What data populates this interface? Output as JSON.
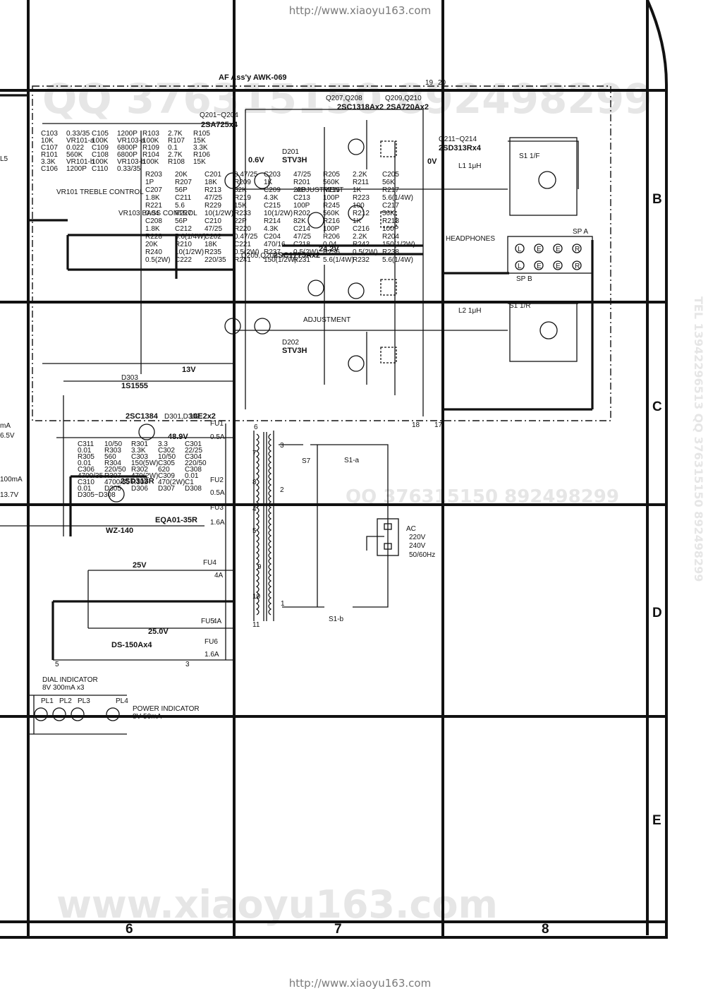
{
  "header": {
    "url": "http://www.xiaoyu163.com"
  },
  "footer": {
    "url": "http://www.xiaoyu163.com"
  },
  "watermarks": {
    "top": "QQ 376315150 892498299",
    "mid": "QQ 376315150 892498299",
    "bottom": "www.xiaoyu163.com",
    "right": "TEL 13942296513 QQ 376315150 892498299"
  },
  "grid": {
    "columns": [
      "6",
      "7",
      "8"
    ],
    "rows": [
      "B",
      "C",
      "D",
      "E"
    ]
  },
  "assembly": {
    "title": "AF Ass'y AWK-069",
    "pins": [
      "19",
      "20",
      "18",
      "17",
      "5",
      "3"
    ]
  },
  "transistors": {
    "q201_204": "Q201~Q204",
    "q201_type": "2SA725x4",
    "q207_208": "Q207,Q208",
    "q207_type": "2SC1318Ax2",
    "q209_210": "Q209,Q210",
    "q209_type": "2SA720Ax2",
    "q211_214": "Q211~Q214",
    "q211_type": "2SD313Rx4",
    "q205_206": "Q205,Q206",
    "q205_type": "2SC1775Ax2",
    "q301_type": "2SC1384",
    "q302_type": "2SD313R"
  },
  "diodes": {
    "d201": "D201",
    "d201_type": "STV3H",
    "d202": "D202",
    "d202_type": "STV3H",
    "d203": "D303",
    "d203_type": "1S1555",
    "d301": "D301,D302",
    "d301_type": "10E2x2",
    "d303_type": "EQA01-35R",
    "zener": "WZ-140",
    "bridge_type": "DS-150Ax4"
  },
  "controls": {
    "treble": "VR101 TREBLE CONTROL",
    "bass": "VR103 BASS CONTROL",
    "adjust1": "ADJUSTMENT",
    "adjust2": "ADJUSTMENT",
    "headphones": "HEADPHONES"
  },
  "voltages": {
    "v1": "0.6V",
    "v2": "0V",
    "v3": "24.2V",
    "v4": "13V",
    "v5": "48.9V",
    "v6": "25V",
    "v7": "25.0V"
  },
  "components_left": [
    "C103",
    "0.33/35",
    "C105",
    "1200P",
    "R103",
    "2.7K",
    "R105",
    "10K",
    "VR101-a",
    "100K",
    "VR103-a",
    "100K",
    "R107",
    "15K",
    "C107",
    "0.022",
    "C109",
    "6800P",
    "R109",
    "0.1",
    "3.3K",
    "R101",
    "560K",
    "C108",
    "6800P",
    "R104",
    "2.7K",
    "R106",
    "3.3K",
    "VR101-b",
    "100K",
    "VR103-b",
    "100K",
    "R108",
    "15K",
    "C106",
    "1200P",
    "C110",
    "0.33/35"
  ],
  "components_mid": [
    "R203",
    "20K",
    "C201",
    "0.47/25",
    "C203",
    "47/25",
    "R205",
    "2.2K",
    "C205",
    "1P",
    "R207",
    "18K",
    "R209",
    "1K",
    "R201",
    "560K",
    "R211",
    "56K",
    "C207",
    "56P",
    "R213",
    "82K",
    "C209",
    "22P",
    "R215",
    "1K",
    "R217",
    "1.8K",
    "C211",
    "47/25",
    "R219",
    "4.3K",
    "C213",
    "100P",
    "R223",
    "5.6(1/4W)",
    "R221",
    "5.6",
    "R229",
    "15K",
    "C215",
    "100P",
    "R245",
    "100",
    "C217",
    "0.04",
    "R227",
    "10(1/2W)",
    "R233",
    "10(1/2W)",
    "R202",
    "560K",
    "R212",
    "56K",
    "C208",
    "56P",
    "C210",
    "22P",
    "R214",
    "82K",
    "R216",
    "1K",
    "R218",
    "1.8K",
    "C212",
    "47/25",
    "R220",
    "4.3K",
    "C214",
    "100P",
    "C216",
    "100P",
    "R228",
    "5.6(1/4W)",
    "C202",
    "0.47/25",
    "C204",
    "47/25",
    "R206",
    "2.2K",
    "R204",
    "20K",
    "R210",
    "18K",
    "C221",
    "470/16",
    "C218",
    "0.04",
    "R242",
    "150(1/2W)",
    "R240",
    "10(1/2W)",
    "R235",
    "0.5(2W)",
    "R237",
    "0.5(2W)",
    "R236",
    "0.5(2W)",
    "R238",
    "0.5(2W)",
    "C222",
    "220/35",
    "R241",
    "150(1/2W)",
    "R231",
    "5.6(1/4W)",
    "R232",
    "5.6(1/4W)"
  ],
  "components_psu": [
    "C311",
    "10/50",
    "R301",
    "3.3",
    "C301",
    "0.01",
    "R303",
    "3.3K",
    "C302",
    "22/25",
    "R305",
    "560",
    "C303",
    "10/50",
    "C304",
    "0.01",
    "R304",
    "150(5W)",
    "C305",
    "220/50",
    "C306",
    "220/50",
    "R302",
    "620",
    "C308",
    "4700/35",
    "R307",
    "470(2W)",
    "C309",
    "0.01",
    "C310",
    "4700/35",
    "R308",
    "470(2W)",
    "C1",
    "0.01",
    "D305",
    "D306",
    "D307",
    "D308",
    "D305~D308"
  ],
  "fuses": {
    "fu1": "FU1",
    "fu1_v": "0.5A",
    "fu2": "FU2",
    "fu2_v": "0.5A",
    "fu3": "FU3",
    "fu3_v": "1.6A",
    "fu4": "FU4",
    "fu4_v": "4A",
    "fu5": "FU5",
    "fu5_v": "4A",
    "fu6": "FU6",
    "fu6_v": "1.6A"
  },
  "transformer_taps": [
    "6",
    "7",
    "8",
    "2",
    "4",
    "5",
    "9",
    "10",
    "11",
    "1",
    "3"
  ],
  "switches": {
    "s7": "S7",
    "s1a": "S1-a",
    "s1b": "S1-b",
    "s1f": "S1 1/F",
    "s1r": "S1 1/R",
    "spa": "SP A",
    "spb": "SP B"
  },
  "inductors": {
    "l1": "L1 1μH",
    "l2": "L2 1μH"
  },
  "terminals": {
    "l": "L",
    "e": "E",
    "r": "R"
  },
  "ac": {
    "label": "AC",
    "v1": "220V",
    "v2": "240V",
    "freq": "50/60Hz"
  },
  "indicators": {
    "dial": "DIAL INDICATOR",
    "dial_spec": "8V 300mA x3",
    "power": "POWER INDICATOR",
    "power_spec": "8V 50mA",
    "lamps": [
      "PL1",
      "PL2",
      "PL3",
      "PL4"
    ]
  },
  "left_edge": [
    "L5",
    "6.5V",
    "100mA",
    "13.7V",
    "mA"
  ]
}
